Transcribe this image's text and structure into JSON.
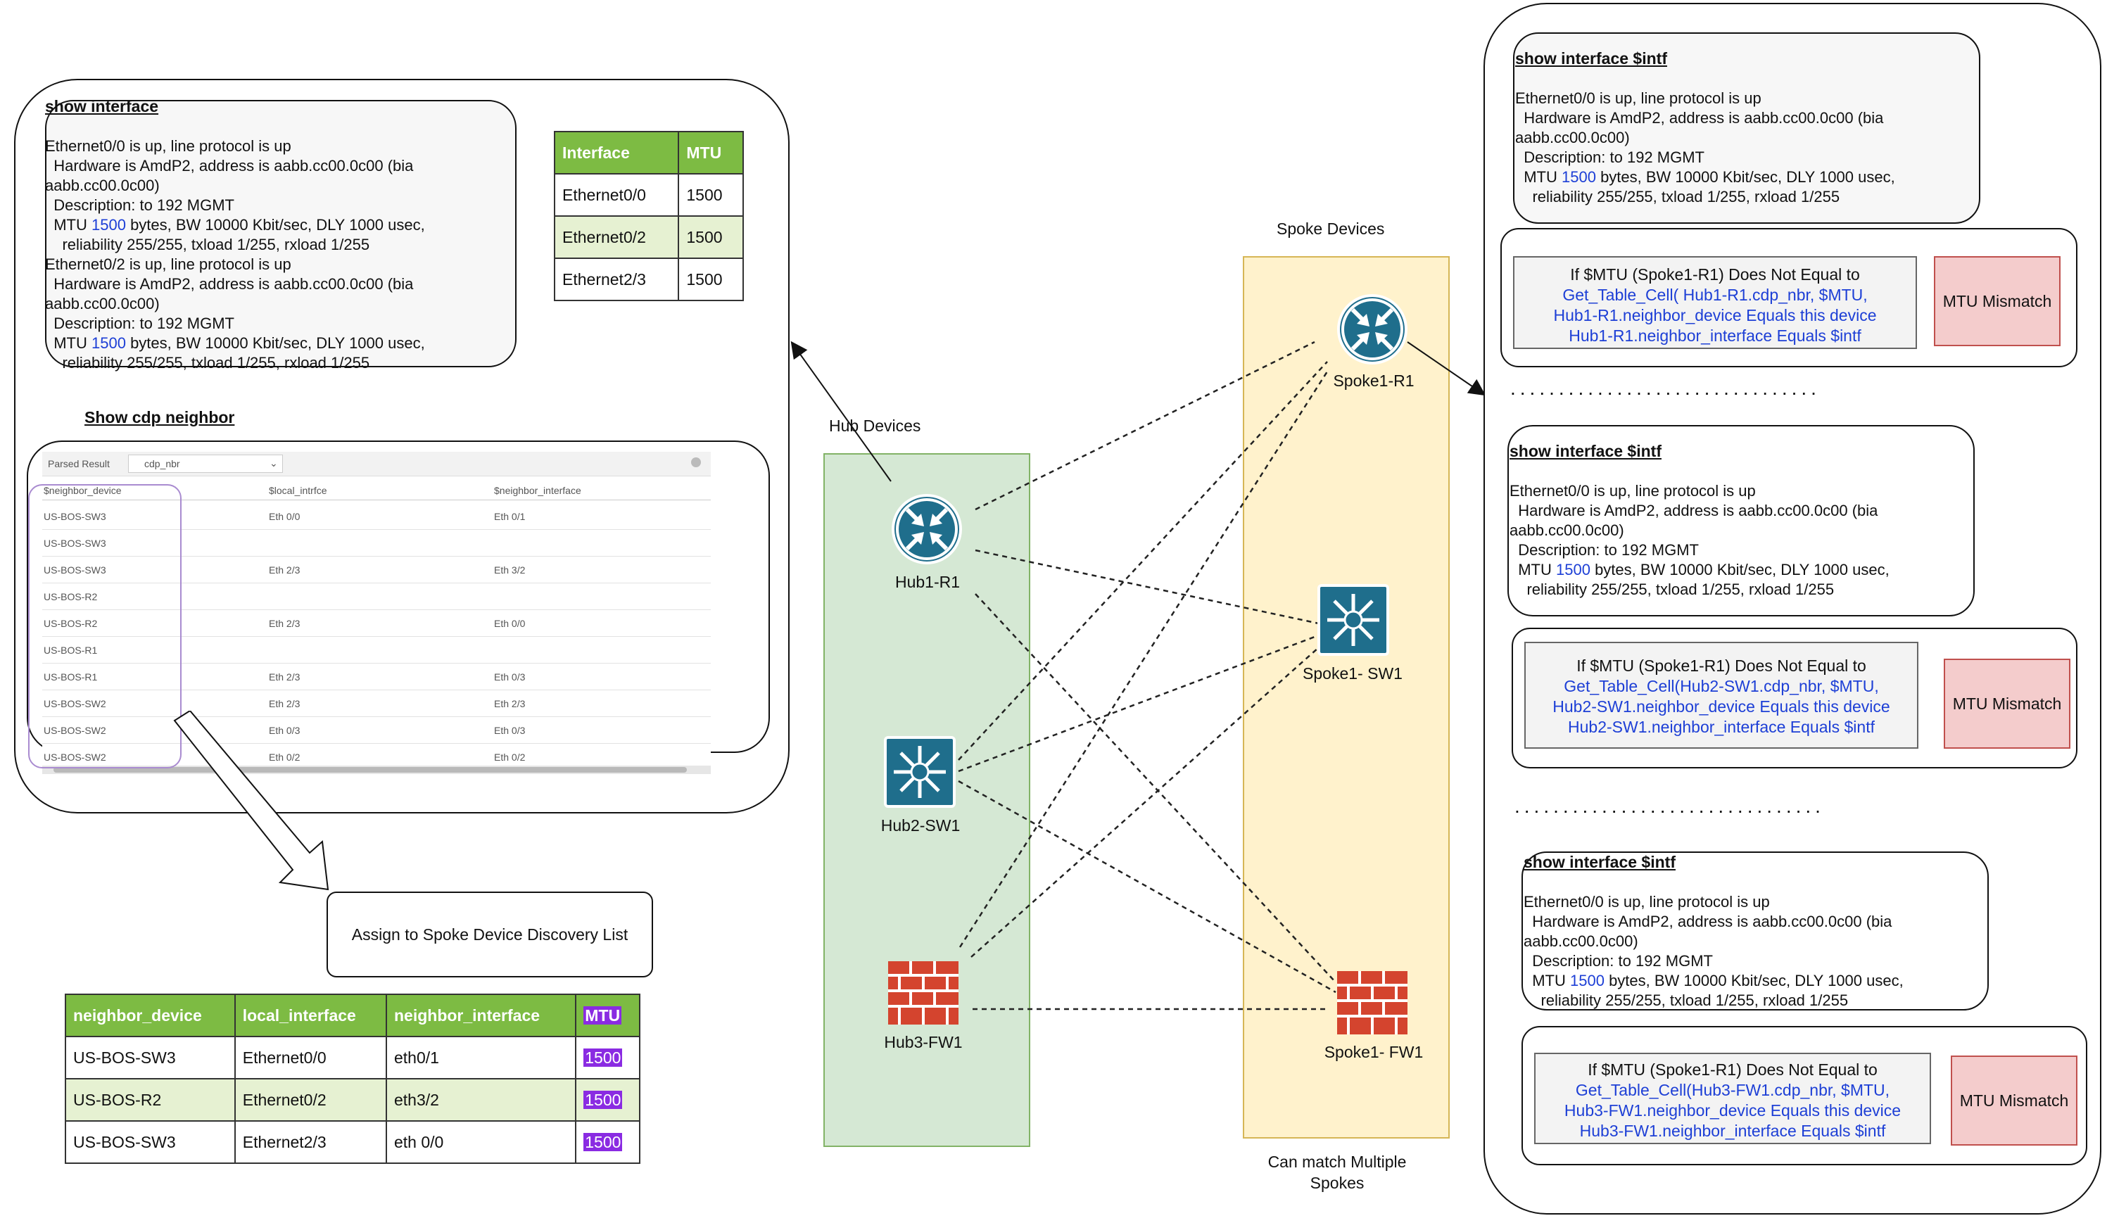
{
  "left": {
    "show_interface": {
      "title": "show interface ",
      "lines": [
        "Ethernet0/0 is up, line protocol is up",
        "  Hardware is AmdP2, address is aabb.cc00.0c00 (bia",
        "aabb.cc00.0c00)",
        "  Description: to 192 MGMT",
        "  MTU ",
        "    reliability 255/255, txload 1/255, rxload 1/255",
        "Ethernet0/2 is up, line protocol is up",
        "  Hardware is AmdP2, address is aabb.cc00.0c00 (bia",
        "aabb.cc00.0c00)",
        "  Description: to 192 MGMT",
        "  MTU ",
        "    reliability 255/255, txload 1/255, rxload 1/255"
      ],
      "mtu_value": "1500",
      "mtu_rest": " bytes, BW 10000 Kbit/sec, DLY 1000 usec,"
    },
    "mtu_table": {
      "headers": [
        "Interface",
        "MTU"
      ],
      "rows": [
        [
          "Ethernet0/0",
          "1500"
        ],
        [
          "Ethernet0/2",
          "1500"
        ],
        [
          "Ethernet2/3",
          "1500"
        ]
      ]
    },
    "cdp": {
      "title": "Show cdp neighbor ",
      "toolbar_label": "Parsed Result",
      "dropdown": "cdp_nbr",
      "columns": [
        "$neighbor_device",
        "$local_intrfce",
        "$neighbor_interface"
      ],
      "rows": [
        [
          "US-BOS-SW3",
          "Eth 0/0",
          "Eth 0/1"
        ],
        [
          "US-BOS-SW3",
          "",
          ""
        ],
        [
          "US-BOS-SW3",
          "Eth 2/3",
          "Eth 3/2"
        ],
        [
          "US-BOS-R2",
          "",
          ""
        ],
        [
          "US-BOS-R2",
          "Eth 2/3",
          "Eth 0/0"
        ],
        [
          "US-BOS-R1",
          "",
          ""
        ],
        [
          "US-BOS-R1",
          "Eth 2/3",
          "Eth 0/3"
        ],
        [
          "US-BOS-SW2",
          "Eth 2/3",
          "Eth 2/3"
        ],
        [
          "US-BOS-SW2",
          "Eth 0/3",
          "Eth 0/3"
        ],
        [
          "US-BOS-SW2",
          "Eth 0/2",
          "Eth 0/2"
        ]
      ]
    },
    "assign_label": "Assign to Spoke Device Discovery List",
    "nbr_table": {
      "headers": [
        "neighbor_device",
        "local_interface",
        "neighbor_interface",
        "MTU"
      ],
      "rows": [
        [
          "US-BOS-SW3",
          "Ethernet0/0",
          "eth0/1",
          "1500"
        ],
        [
          "US-BOS-R2",
          "Ethernet0/2",
          "eth3/2",
          "1500"
        ],
        [
          "US-BOS-SW3",
          "Ethernet2/3",
          "eth 0/0",
          "1500"
        ]
      ]
    }
  },
  "center": {
    "hub_title": "Hub Devices",
    "spoke_title": "Spoke Devices",
    "spoke_note": "Can match Multiple Spokes",
    "hubs": [
      "Hub1-R1",
      "Hub2-SW1",
      "Hub3-FW1"
    ],
    "spokes": [
      "Spoke1-R1",
      "Spoke1- SW1",
      "Spoke1- FW1"
    ]
  },
  "right": {
    "show_intf_title": "show interface $intf",
    "intf_lines": [
      "Ethernet0/0 is up, line protocol is up",
      "  Hardware is AmdP2, address is aabb.cc00.0c00 (bia",
      "aabb.cc00.0c00)",
      "  Description: to 192 MGMT",
      "  MTU ",
      "    reliability 255/255, txload 1/255, rxload 1/255"
    ],
    "mtu_value": "1500",
    "mtu_rest": " bytes, BW 10000 Kbit/sec, DLY 1000 usec,",
    "conditions": [
      {
        "head": "If $MTU (Spoke1-R1)  Does Not Equal to",
        "lines": [
          "Get_Table_Cell( Hub1-R1.cdp_nbr, $MTU,",
          "Hub1-R1.neighbor_device Equals this device",
          "Hub1-R1.neighbor_interface Equals $intf"
        ]
      },
      {
        "head": "If $MTU (Spoke1-R1)  Does Not Equal to",
        "lines": [
          "Get_Table_Cell(Hub2-SW1.cdp_nbr, $MTU,",
          "Hub2-SW1.neighbor_device Equals this device",
          "Hub2-SW1.neighbor_interface Equals $intf"
        ]
      },
      {
        "head": "If $MTU (Spoke1-R1)  Does Not Equal to",
        "lines": [
          "Get_Table_Cell(Hub3-FW1.cdp_nbr, $MTU,",
          "Hub3-FW1.neighbor_device Equals this device",
          "Hub3-FW1.neighbor_interface Equals $intf"
        ]
      }
    ],
    "mismatch_label": "MTU Mismatch",
    "dots": "................................"
  }
}
